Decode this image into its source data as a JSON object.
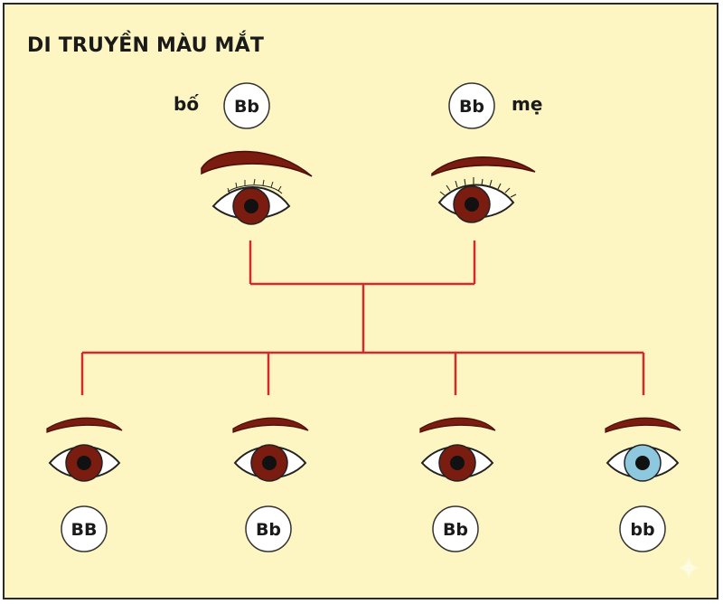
{
  "title": "DI TRUYỀN MÀU MẮT",
  "parents": {
    "father": {
      "label": "bố",
      "genotype": "Bb",
      "eye_color": "brown"
    },
    "mother": {
      "label": "mẹ",
      "genotype": "Bb",
      "eye_color": "brown"
    }
  },
  "children": [
    {
      "genotype": "BB",
      "eye_color": "brown"
    },
    {
      "genotype": "Bb",
      "eye_color": "brown"
    },
    {
      "genotype": "Bb",
      "eye_color": "brown"
    },
    {
      "genotype": "bb",
      "eye_color": "blue"
    }
  ],
  "colors": {
    "background": "#fdf6c2",
    "line": "#d42a2a",
    "brown_iris": "#7a1c10",
    "blue_iris": "#8ec8de",
    "pupil": "#111111"
  }
}
